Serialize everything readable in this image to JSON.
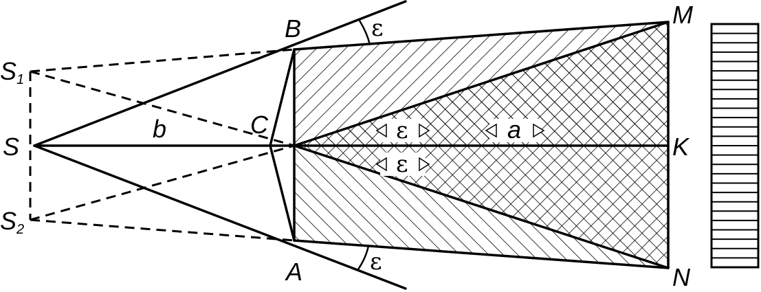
{
  "labels": {
    "S": "S",
    "S1_main": "S",
    "S1_sub": "1",
    "S2_main": "S",
    "S2_sub": "2",
    "B": "B",
    "C": "C",
    "A": "A",
    "M": "M",
    "K": "K",
    "N": "N",
    "b": "b",
    "a": "a",
    "eps_top": "ε",
    "eps_bottom": "ε",
    "eps_center_upper": "ε",
    "eps_center_lower": "ε"
  },
  "colors": {
    "ink": "#000000",
    "paper": "#ffffff"
  }
}
